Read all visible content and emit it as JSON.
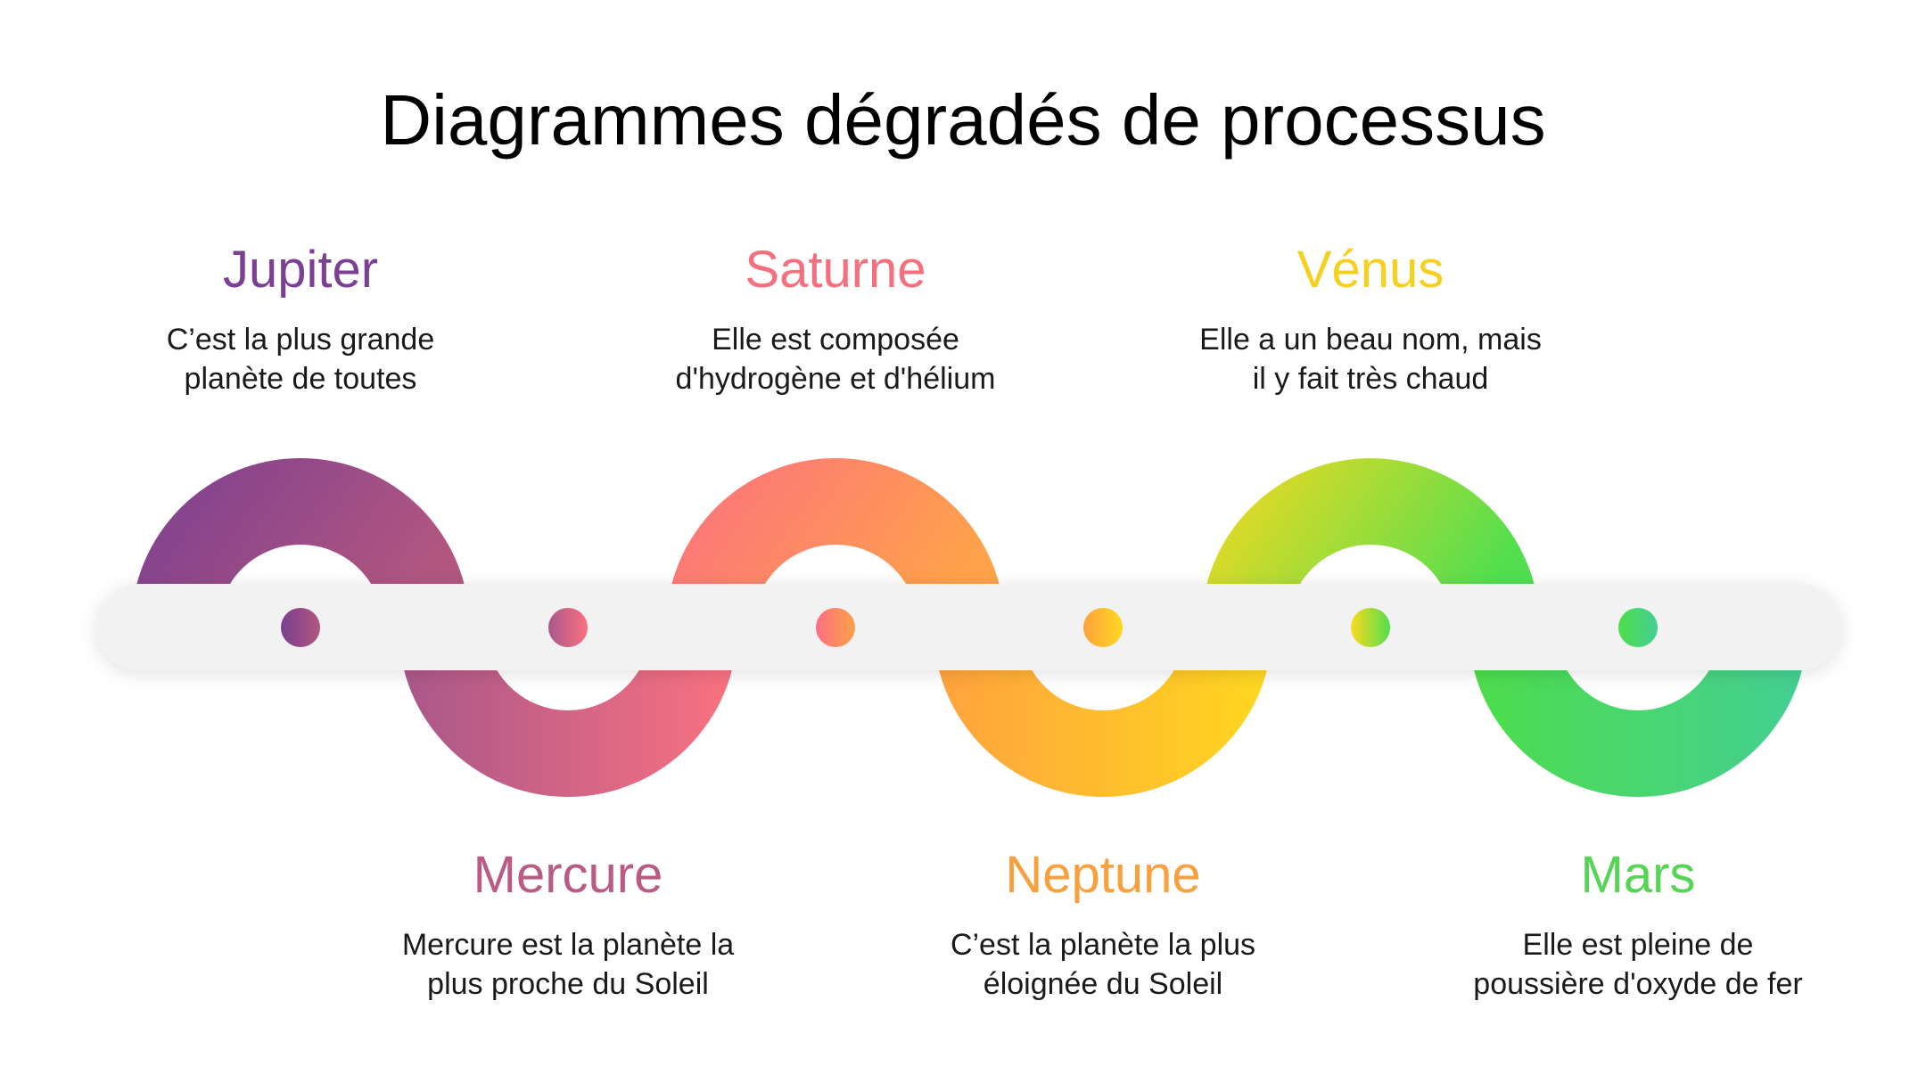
{
  "title": "Diagrammes dégradés de processus",
  "steps": [
    {
      "name": "Jupiter",
      "line1": "C’est la plus grande",
      "line2": "planète de toutes",
      "color": "#7b3f93",
      "grad": [
        "#7a3f90",
        "#b25680"
      ]
    },
    {
      "name": "Mercure",
      "line1": "Mercure est la planète la",
      "line2": "plus proche du Soleil",
      "color": "#b95b85",
      "grad": [
        "#a8578a",
        "#fb7280"
      ]
    },
    {
      "name": "Saturne",
      "line1": "Elle est composée",
      "line2": "d'hydrogène et d'hélium",
      "color": "#f5707e",
      "grad": [
        "#fb6f82",
        "#ffa24a"
      ]
    },
    {
      "name": "Neptune",
      "line1": "C’est la planète la plus",
      "line2": "éloignée du Soleil",
      "color": "#f7a13e",
      "grad": [
        "#ffa23e",
        "#ffd81f"
      ]
    },
    {
      "name": "Vénus",
      "line1": "Elle a un beau nom, mais",
      "line2": "il y fait très chaud",
      "color": "#f6d01f",
      "grad": [
        "#fdd91d",
        "#52de4f"
      ]
    },
    {
      "name": "Mars",
      "line1": "Elle est pleine de",
      "line2": "poussière d'oxyde de fer",
      "color": "#55d455",
      "grad": [
        "#4ddd4a",
        "#44cf94"
      ]
    }
  ]
}
